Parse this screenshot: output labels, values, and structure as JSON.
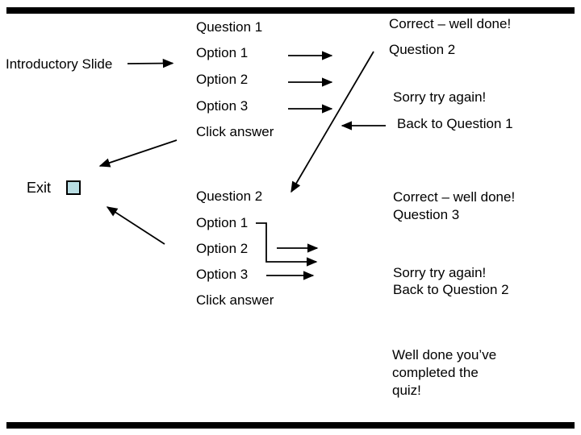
{
  "slide": {
    "intro_label": "Introductory Slide",
    "exit_label": "Exit",
    "question1": {
      "title": "Question 1",
      "option1": "Option 1",
      "option2": "Option 2",
      "option3": "Option 3",
      "click": "Click answer"
    },
    "feedback1": {
      "correct": "Correct – well done!",
      "next": "Question 2",
      "sorry": "Sorry try again!",
      "back": "Back to Question 1"
    },
    "question2": {
      "title": "Question 2",
      "option1": "Option 1",
      "option2": "Option 2",
      "option3": "Option 3",
      "click": "Click answer"
    },
    "feedback2": {
      "correct": "Correct – well done!",
      "next": "Question 3",
      "sorry": "Sorry try again!",
      "back": "Back to Question 2"
    },
    "completion": {
      "line1": "Well done you’ve",
      "line2": "completed the",
      "line3": "quiz!"
    },
    "colors": {
      "background": "#ffffff",
      "bar": "#000000",
      "text": "#000000",
      "exit_square_fill": "#b9dde3"
    }
  }
}
